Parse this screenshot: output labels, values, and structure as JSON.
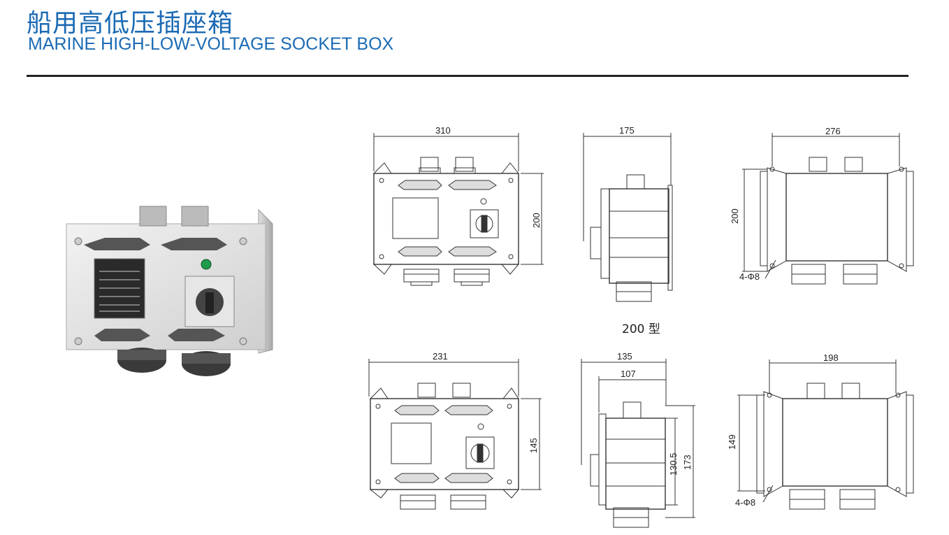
{
  "header": {
    "title_cn": "船用高低压插座箱",
    "title_en": "MARINE HIGH-LOW-VOLTAGE SOCKET BOX"
  },
  "model_label": "200 型",
  "dims": {
    "d310": "310",
    "d200a": "200",
    "d175": "175",
    "d276": "276",
    "d200b": "200",
    "hole1": "4-Φ8",
    "d231": "231",
    "d145": "145",
    "d135": "135",
    "d107": "107",
    "d1305": "130.5",
    "d173": "173",
    "d198": "198",
    "d149": "149",
    "hole2": "4-Φ8"
  },
  "colors": {
    "title": "#1b6ab4",
    "rule": "#222222"
  }
}
